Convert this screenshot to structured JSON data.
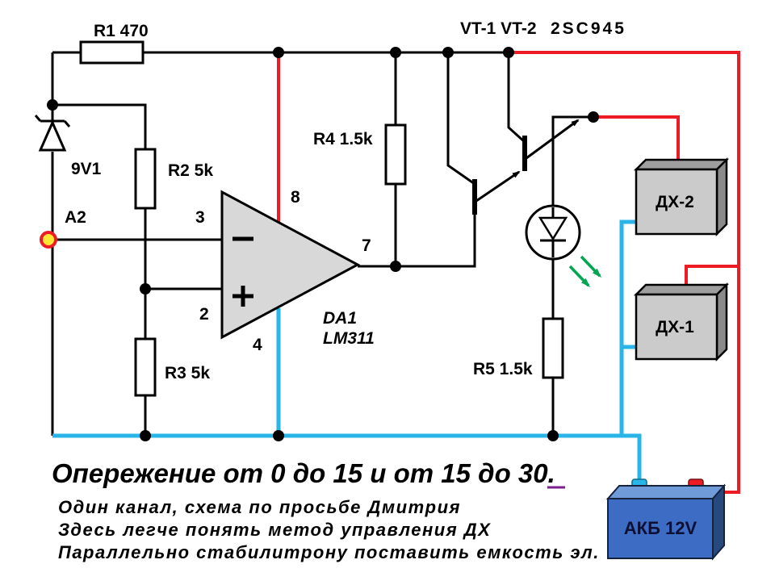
{
  "colors": {
    "wire_red": "#ed1c24",
    "wire_cyan": "#29b5e8",
    "arrow_green": "#00a651",
    "headline_purple": "#7b1f8f",
    "opamp_fill": "#d8d8d8",
    "hall_box_gray": "#cbcbcb",
    "hall_box_top": "#9e9e9e",
    "hall_box_side": "#8a8a8a",
    "battery_blue": "#3c6cc4",
    "battery_top": "#6f9bd8",
    "battery_side": "#27497e",
    "terminal_yellow": "#ffe733"
  },
  "labels": {
    "r1": "R1 470",
    "transistors": "VT-1 VT-2",
    "transistor_part": "2SC945",
    "zener": "9V1",
    "input_a2": "A2",
    "r2": "R2 5k",
    "r3": "R3 5k",
    "r4": "R4 1.5k",
    "r5": "R5 1.5k",
    "pin2": "2",
    "pin3": "3",
    "pin4": "4",
    "pin7": "7",
    "pin8": "8",
    "opamp_name": "DA1",
    "opamp_part": "LM311",
    "hall2": "ДХ-2",
    "hall1": "ДХ-1",
    "battery": "АКБ  12V"
  },
  "notes": {
    "headline": "Опережение  от 0 до 15 и от 15 до 30.",
    "line1": "Один канал, схема по просьбе Дмитрия",
    "line2": "Здесь легче понять метод управления ДХ",
    "line3": "Параллельно стабилитрону поставить емкость эл."
  }
}
